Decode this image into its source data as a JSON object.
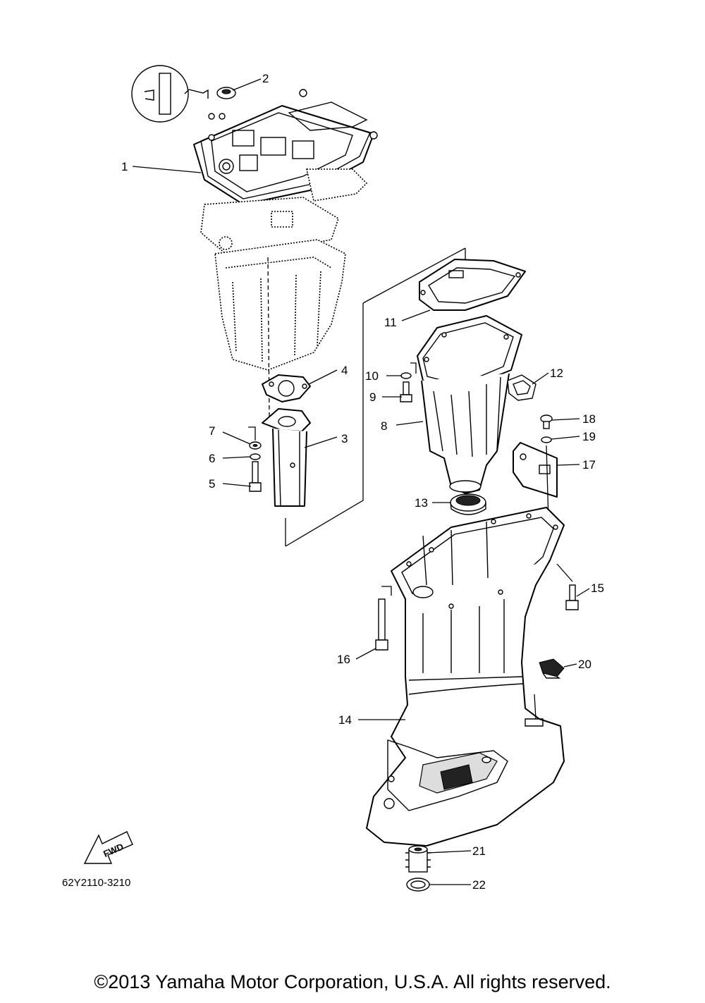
{
  "diagram": {
    "part_code": "62Y2110-3210",
    "fwd_label": "FWD",
    "callouts": [
      "1",
      "2",
      "3",
      "4",
      "5",
      "6",
      "7",
      "8",
      "9",
      "10",
      "11",
      "12",
      "13",
      "14",
      "15",
      "16",
      "17",
      "18",
      "19",
      "20",
      "21",
      "22"
    ]
  },
  "footer": {
    "copyright": "©2013 Yamaha Motor Corporation, U.S.A. All rights reserved."
  }
}
